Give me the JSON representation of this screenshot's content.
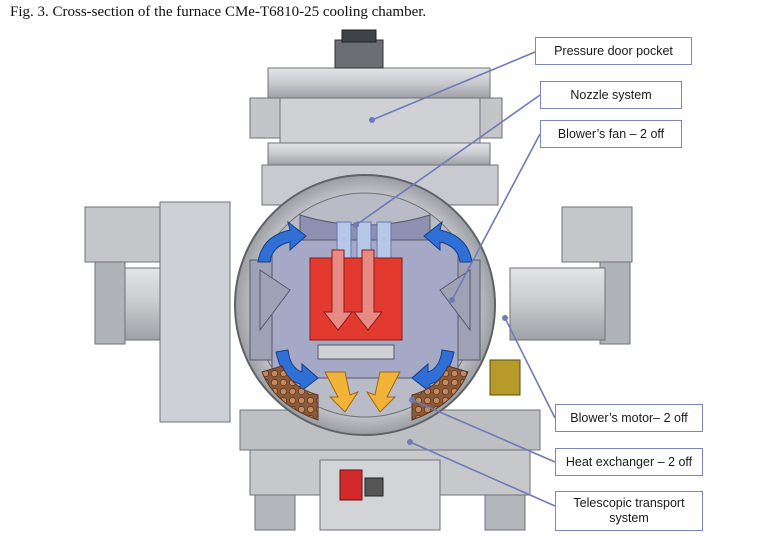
{
  "figure": {
    "caption": "Fig. 3. Cross-section of the furnace CMe-T6810-25 cooling chamber."
  },
  "labels": {
    "pressure_door_pocket": "Pressure door pocket",
    "nozzle_system": "Nozzle system",
    "blowers_fan": "Blower’s fan – 2 off",
    "blowers_motor": "Blower’s motor– 2 off",
    "heat_exchanger": "Heat exchanger – 2 off",
    "telescopic_transport_line1": "Telescopic transport",
    "telescopic_transport_line2": "system"
  },
  "colors": {
    "callout_border": "#7b86bf",
    "leader_line": "#6f7bb8",
    "hot_zone": "#e23a2f",
    "gas_flow_blue": "#2f6fd6",
    "gas_flow_yellow": "#f3b23a",
    "steel": "#c9cbcf"
  }
}
